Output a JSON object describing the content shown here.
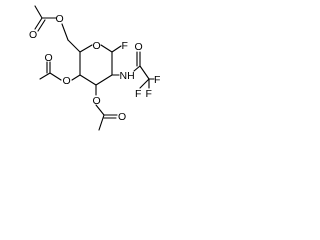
{
  "molecule": {
    "atom_labels": {
      "ring_oxygen": "O",
      "fluorine_anomeric": "F",
      "amide_nitrogen": "NH",
      "amide_carbonyl_oxygen": "O",
      "cf3_fluorine_right": "F",
      "cf3_fluorine_bottom_left": "F",
      "cf3_fluorine_bottom_right": "F",
      "acetate6_ether_oxygen": "O",
      "acetate6_carbonyl_oxygen": "O",
      "acetate4_ether_oxygen": "O",
      "acetate4_carbonyl_oxygen": "O",
      "acetate3_ether_oxygen": "O",
      "acetate3_carbonyl_oxygen": "O"
    },
    "colors": {
      "ink": "#000000",
      "background": "#ffffff"
    }
  }
}
